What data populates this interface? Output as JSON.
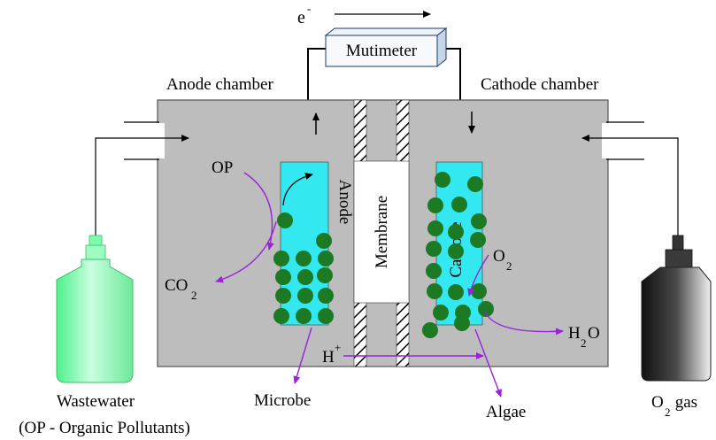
{
  "electron_flow": {
    "symbol": "e",
    "superscript": "-"
  },
  "meter": {
    "label": "Mutimeter"
  },
  "chambers": {
    "anode": "Anode chamber",
    "cathode": "Cathode chamber"
  },
  "electrodes": {
    "anode": "Anode",
    "cathode": "Cathode"
  },
  "membrane": {
    "label": "Membrane"
  },
  "species": {
    "op": "OP",
    "co2": {
      "base": "CO",
      "sub": "2"
    },
    "o2": {
      "base": "O",
      "sub": "2"
    },
    "h2o": {
      "pre": "H",
      "sub": "2",
      "post": "O"
    },
    "hplus": {
      "base": "H",
      "sup": "+"
    }
  },
  "organisms": {
    "microbe": "Microbe",
    "algae": "Algae"
  },
  "inputs": {
    "wastewater": "Wastewater",
    "wastewater_note": "(OP - Organic Pollutants)",
    "o2gas": {
      "base": "O",
      "sub": "2",
      "post": " gas"
    }
  },
  "colors": {
    "chamber_fill": "#bdbdbd",
    "electrode_fill": "#33e8f0",
    "particle_fill": "#1c7a24",
    "reaction_arrow": "#9a22d8",
    "bottle_green": "#7dffaa",
    "bottle_dark": "#303030"
  }
}
